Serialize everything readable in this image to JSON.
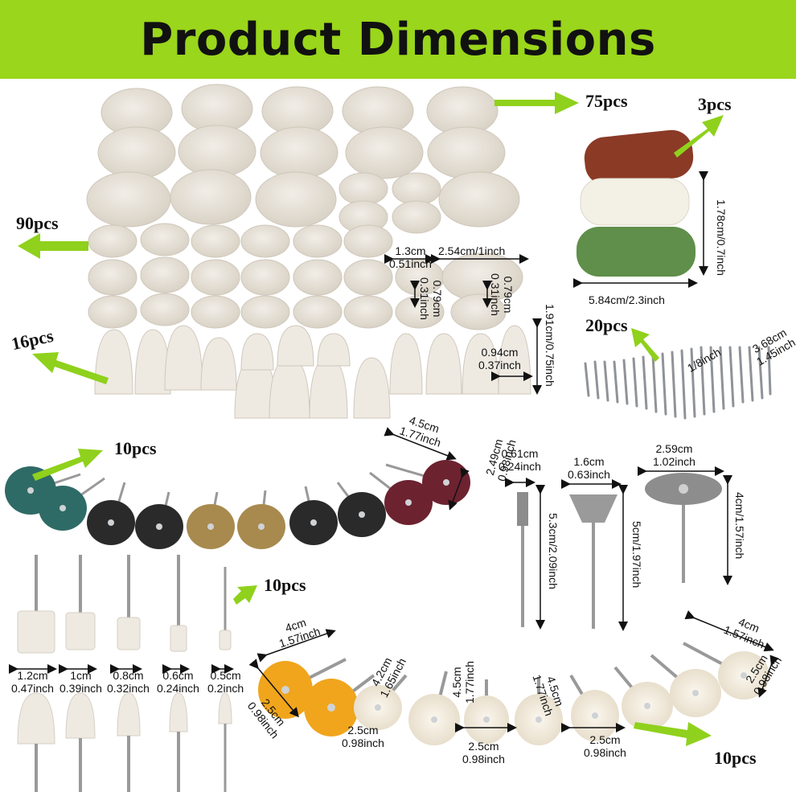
{
  "header": {
    "title": "Product Dimensions",
    "bg_color": "#9ad61b"
  },
  "quantities": {
    "felt_discs": "75pcs",
    "polish_compound": "3pcs",
    "felt_wheels": "90pcs",
    "felt_cones": "16pcs",
    "mandrels": "20pcs",
    "abrasive_wheels": "10pcs",
    "mounted_points": "10pcs",
    "cotton_wheels": "10pcs"
  },
  "dimensions": {
    "felt_small_diameter": [
      "1.3cm",
      "0.51inch"
    ],
    "felt_large_diameter": [
      "2.54cm/1inch"
    ],
    "felt_thickness_a": [
      "0.79cm",
      "0.31inch"
    ],
    "felt_thickness_b": [
      "0.79cm",
      "0.31inch"
    ],
    "cone_diameter": [
      "0.94cm",
      "0.37inch"
    ],
    "cone_height": [
      "1.91cm/0.75inch"
    ],
    "compound_length": [
      "5.84cm/2.3inch"
    ],
    "compound_height": [
      "1.78cm/0.7inch"
    ],
    "mandrel_shank": [
      "1/8inch"
    ],
    "mandrel_length": [
      "3.68cm",
      "1.45inch"
    ],
    "abrasive_length": [
      "4.5cm",
      "1.77inch"
    ],
    "abrasive_diameter": [
      "2.49cm",
      "0.98inch"
    ],
    "end_brush_diameter": [
      "0.61cm",
      "0.24inch"
    ],
    "end_brush_length": [
      "5.3cm/2.09inch"
    ],
    "cup_brush_diameter": [
      "1.6cm",
      "0.63inch"
    ],
    "cup_brush_length": [
      "5cm/1.97inch"
    ],
    "wheel_brush_diameter": [
      "2.59cm",
      "1.02inch"
    ],
    "wheel_brush_length": [
      "4cm/1.57inch"
    ],
    "points": [
      [
        "1.2cm",
        "0.47inch"
      ],
      [
        "1cm",
        "0.39inch"
      ],
      [
        "0.8cm",
        "0.32inch"
      ],
      [
        "0.6cm",
        "0.24inch"
      ],
      [
        "0.5cm",
        "0.2inch"
      ]
    ],
    "yellow_length": [
      "4cm",
      "1.57inch"
    ],
    "yellow_diameter": [
      "2.5cm",
      "0.98inch"
    ],
    "cotton_len_a": [
      "4.2cm",
      "1.65inch"
    ],
    "cotton_dia_a": [
      "2.5cm",
      "0.98inch"
    ],
    "cotton_len_b": [
      "4.5cm",
      "1.77inch"
    ],
    "cotton_dia_b": [
      "2.5cm",
      "0.98inch"
    ],
    "cotton_len_c": [
      "4.5cm",
      "1.77inch"
    ],
    "cotton_dia_c": [
      "2.5cm",
      "0.98inch"
    ],
    "cotton_len_d": [
      "4cm",
      "1.57inch"
    ],
    "cotton_dia_d": [
      "2.5cm",
      "0.98inch"
    ]
  },
  "colors": {
    "felt": "#e8e2d8",
    "arrow_green": "#8fd11c",
    "compound_brown": "#8b3a26",
    "compound_white": "#f3f0e6",
    "compound_green": "#5f8f4a",
    "abrasive_teal": "#2f6b66",
    "abrasive_black": "#2a2a2a",
    "abrasive_tan": "#a88a4e",
    "abrasive_maroon": "#6d2230",
    "yellow_wheel": "#f0a51c"
  }
}
